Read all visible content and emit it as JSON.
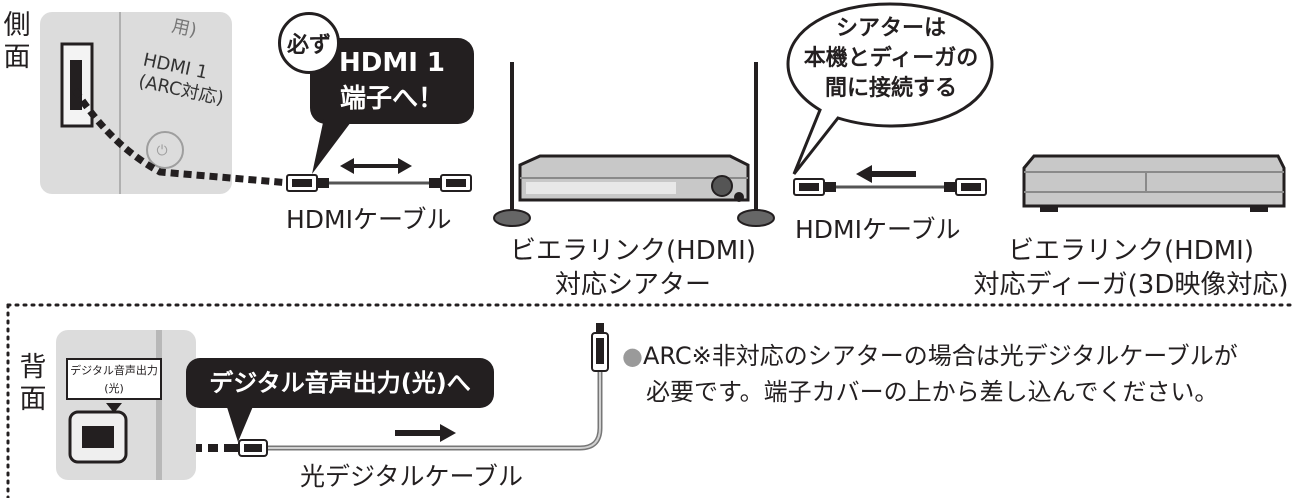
{
  "top": {
    "side_label_1": "側",
    "side_label_2": "面",
    "must_badge": "必ず",
    "hdmi_callout_line1": "HDMI 1",
    "hdmi_callout_line2": "端子へ！",
    "tv_port_label_1": "HDMI 1",
    "tv_port_label_2": "(ARC対応)",
    "tv_port_label_top": "用)",
    "cable_left_label": "HDMIケーブル",
    "cable_right_label": "HDMIケーブル",
    "theater_name_line1": "ビエラリンク(HDMI)",
    "theater_name_line2": "対応シアター",
    "diga_name_line1": "ビエラリンク(HDMI)",
    "diga_name_line2": "対応ディーガ(3D映像対応)",
    "speech_line1": "シアターは",
    "speech_line2": "本機とディーガの",
    "speech_line3": "間に接続する"
  },
  "bottom": {
    "back_label_1": "背",
    "back_label_2": "面",
    "port_tag_line1": "デジタル音声出力",
    "port_tag_line2": "(光)",
    "optical_callout": "デジタル音声出力(光)へ",
    "optical_cable_label": "光デジタルケーブル",
    "note_bullet": "●",
    "note_line1": "ARC※非対応のシアターの場合は光デジタルケーブルが",
    "note_line2": "必要です。端子カバーの上から差し込んでください。"
  },
  "colors": {
    "ink": "#231f20",
    "panel_gray": "#dcdcdc",
    "bullet_gray": "#9a9a9a",
    "device_silver": "#c8c8c8"
  }
}
